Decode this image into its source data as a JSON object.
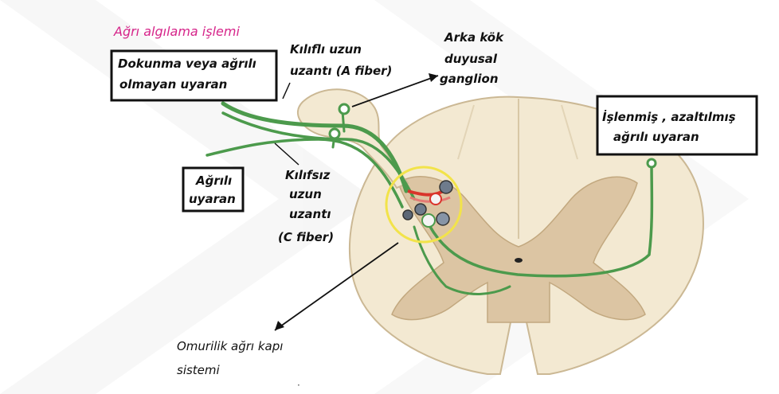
{
  "title": "Ağrı algılama işlemi",
  "labels": {
    "touch_stimulus": [
      "Dokunma veya ağrılı",
      "olmayan uyaran"
    ],
    "a_fiber": [
      "Kılıflı uzun",
      "uzantı (A fiber)"
    ],
    "ganglion": [
      "Arka kök",
      "duyusal",
      "ganglion"
    ],
    "processed_stimulus": [
      "İşlenmiş , azaltılmış",
      "ağrılı uyaran"
    ],
    "painful_stimulus": [
      "Ağrılı",
      "uyaran"
    ],
    "c_fiber": [
      "Kılıfsız",
      "uzun",
      "uzantı",
      "(C fiber)"
    ],
    "gate_system": [
      "Omurilik ağrı kapı",
      "sistemi"
    ]
  },
  "colors": {
    "title": "#d6258a",
    "white_matter": "#f3e9d2",
    "grey_matter": "#dcc5a3",
    "nerve": "#4c9a4c",
    "gate_circle": "#f2e34a",
    "watermark": "#eeeeee"
  },
  "icons": {
    "footnote_dot": "·"
  }
}
